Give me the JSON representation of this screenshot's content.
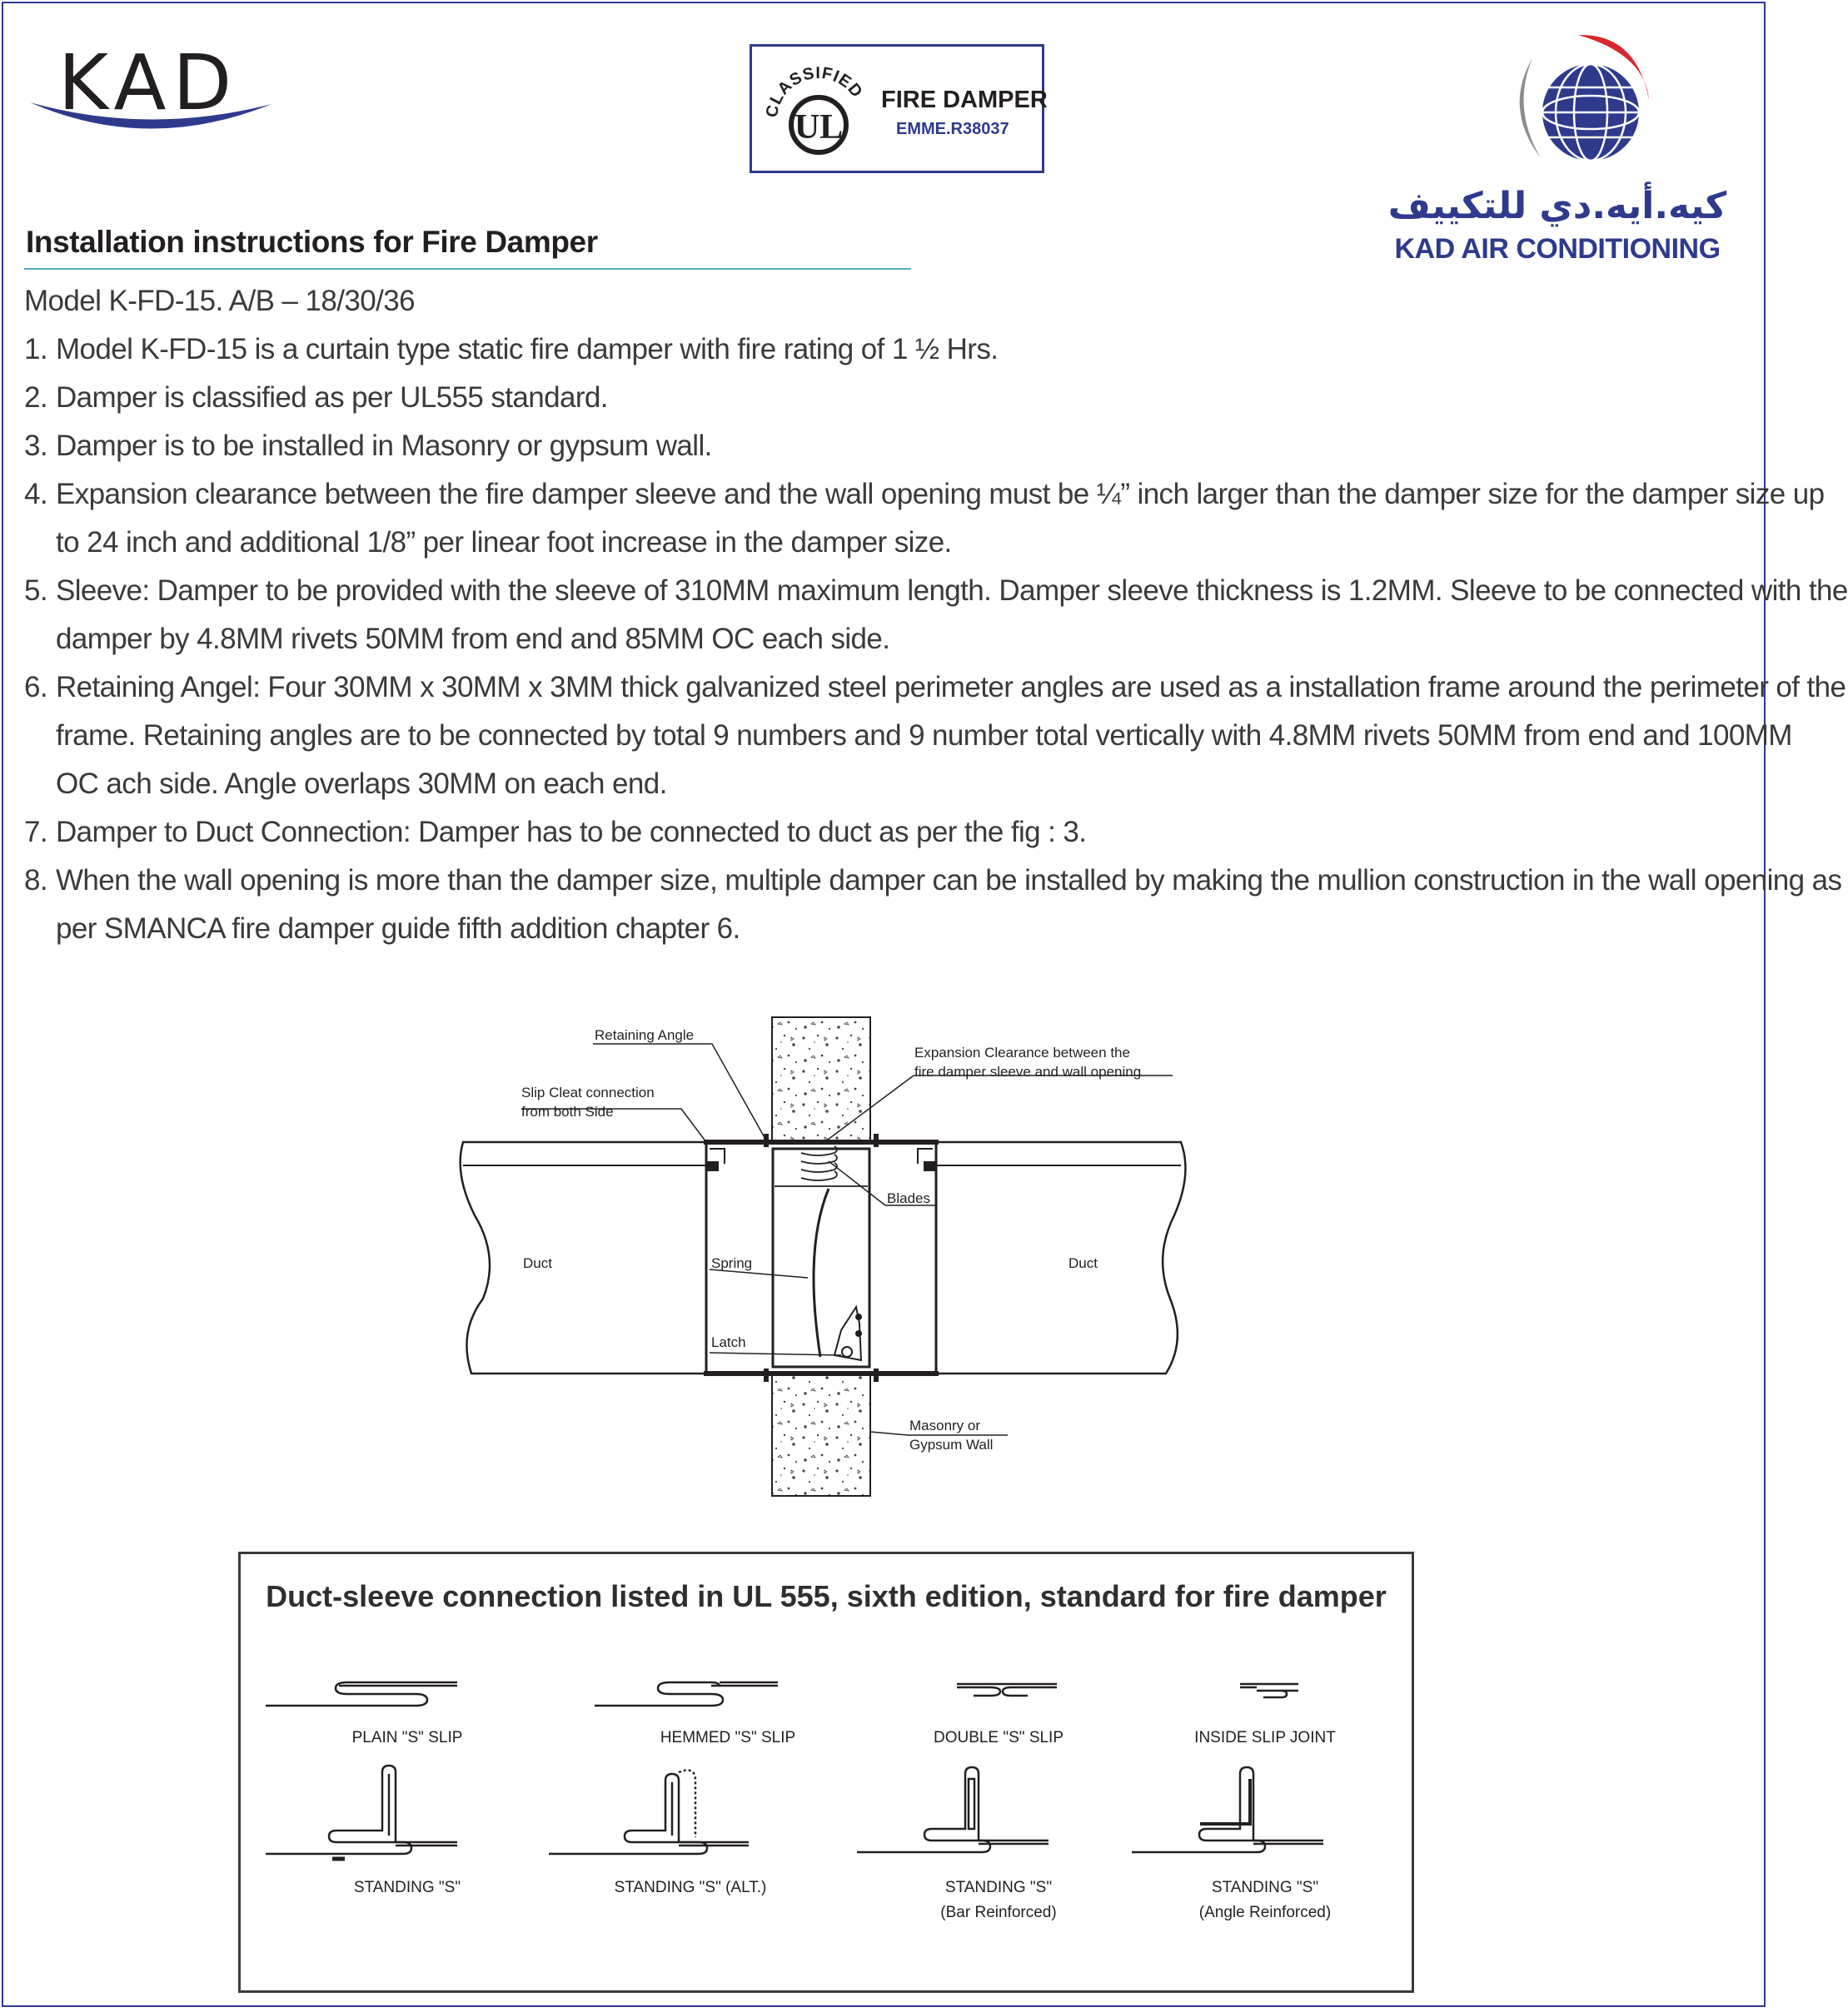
{
  "header": {
    "logo_text": "KAD",
    "ul_badge": {
      "classified": "CLASSIFIED",
      "mark": "UL",
      "title": "FIRE DAMPER",
      "code": "EMME.R38037"
    },
    "company_arabic": "كيه.أيه.دي للتكييف",
    "company_name": "KAD AIR CONDITIONING"
  },
  "document": {
    "title": "Installation instructions for Fire Damper",
    "model_line": "Model K-FD-15. A/B – 18/30/36",
    "instructions": [
      {
        "num": "1.",
        "lines": [
          "Model K-FD-15 is a curtain type static fire damper with fire rating of 1 ½ Hrs."
        ]
      },
      {
        "num": "2.",
        "lines": [
          "Damper is classified as per UL555 standard."
        ]
      },
      {
        "num": "3.",
        "lines": [
          "Damper is to be installed in Masonry or gypsum wall."
        ]
      },
      {
        "num": "4.",
        "lines": [
          "Expansion clearance between the fire damper sleeve and the wall opening must be ¼” inch larger than the damper size for the damper size up",
          "to 24 inch and additional 1/8” per linear foot increase in the damper size."
        ]
      },
      {
        "num": "5.",
        "lines": [
          "Sleeve: Damper to be provided with the sleeve of 310MM maximum length. Damper sleeve thickness is 1.2MM. Sleeve to be connected with the",
          "damper by 4.8MM rivets 50MM from end and 85MM OC each side."
        ]
      },
      {
        "num": "6.",
        "lines": [
          "Retaining Angel: Four 30MM x 30MM x 3MM thick galvanized steel perimeter angles are used as a installation frame around the perimeter of the",
          "frame. Retaining angles are to be connected by total 9 numbers and 9 number total vertically with 4.8MM rivets 50MM from end and 100MM",
          "OC ach side. Angle overlaps 30MM on each end."
        ]
      },
      {
        "num": "7.",
        "lines": [
          "Damper to Duct Connection: Damper has to be connected to duct as per the fig : 3."
        ]
      },
      {
        "num": "8.",
        "lines": [
          "When the wall opening is more than the damper size, multiple damper can be installed by making the mullion construction in the wall opening as",
          "per SMANCA fire damper guide fifth addition chapter 6."
        ]
      }
    ]
  },
  "figure": {
    "labels": {
      "retaining_angle": "Retaining Angle",
      "expansion_1": "Expansion Clearance between the",
      "expansion_2": "fire damper sleeve and wall opening",
      "slip_cleat_1": "Slip Cleat connection",
      "slip_cleat_2": "from both Side",
      "blades": "Blades",
      "duct_left": "Duct",
      "duct_right": "Duct",
      "spring": "Spring",
      "latch": "Latch",
      "wall_1": "Masonry or",
      "wall_2": "Gypsum Wall"
    }
  },
  "connections": {
    "title": "Duct-sleeve connection listed in UL 555, sixth edition, standard for fire damper",
    "joints": [
      {
        "label": "PLAIN \"S\" SLIP",
        "sub": ""
      },
      {
        "label": "HEMMED \"S\" SLIP",
        "sub": ""
      },
      {
        "label": "DOUBLE \"S\" SLIP",
        "sub": ""
      },
      {
        "label": "INSIDE SLIP JOINT",
        "sub": ""
      },
      {
        "label": "STANDING \"S\"",
        "sub": ""
      },
      {
        "label": "STANDING \"S\" (ALT.)",
        "sub": ""
      },
      {
        "label": "STANDING \"S\"",
        "sub": "(Bar Reinforced)"
      },
      {
        "label": "STANDING \"S\"",
        "sub": "(Angle Reinforced)"
      }
    ]
  },
  "colors": {
    "brand_blue": "#2e3a8c",
    "accent_red": "#d7282f",
    "rule_blue": "#5aa8c8",
    "text": "#3a3a3a"
  }
}
